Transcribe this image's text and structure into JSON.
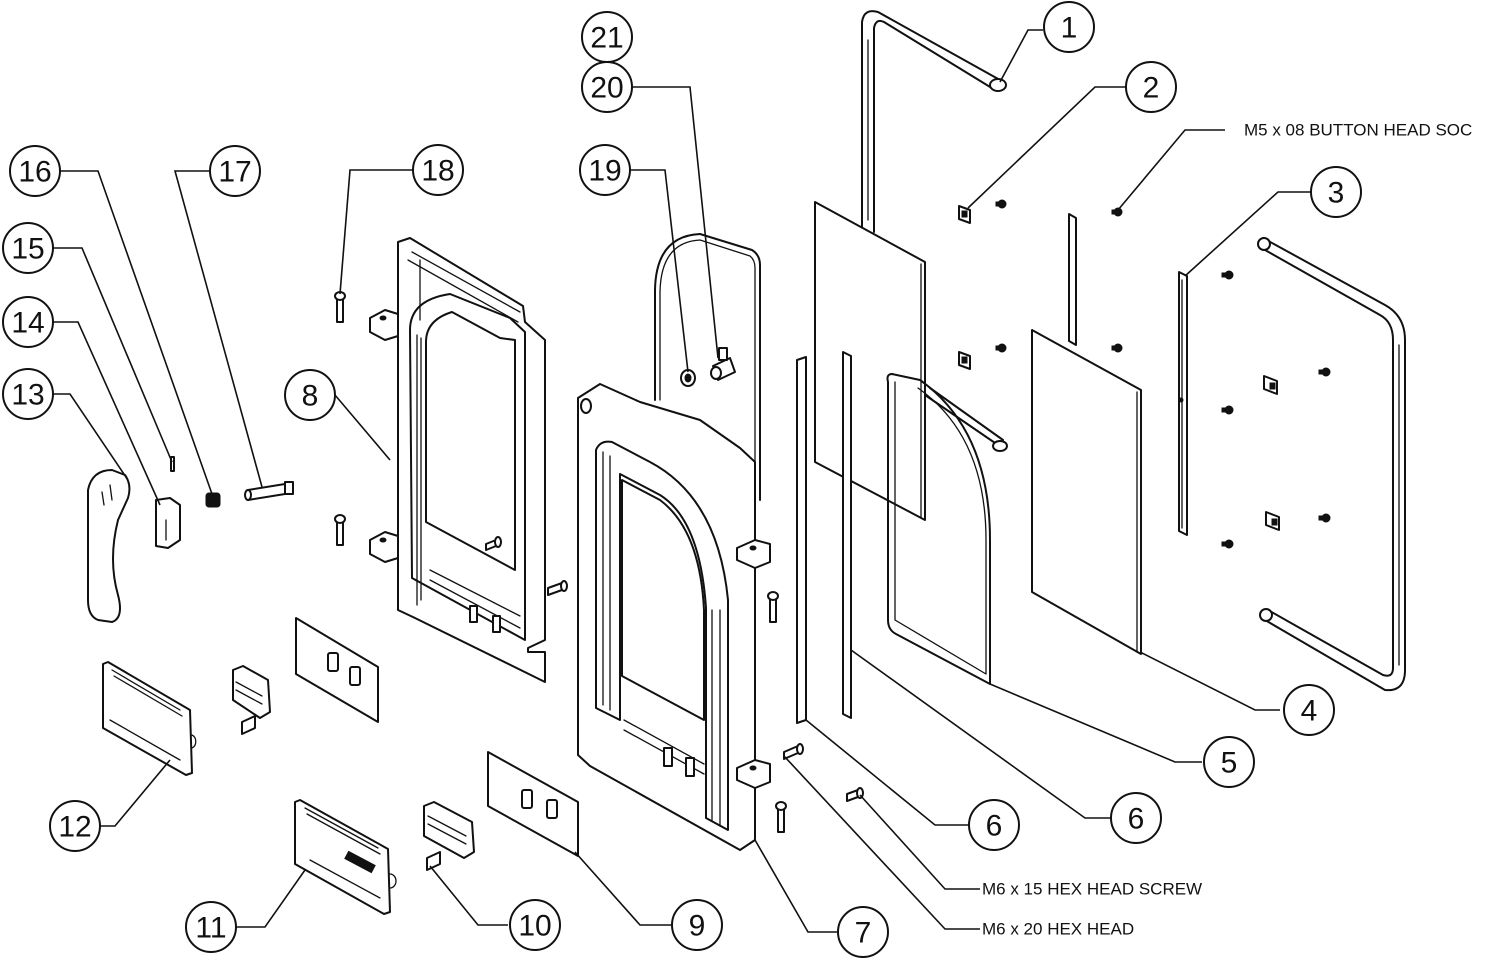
{
  "diagram": {
    "type": "exploded-parts-diagram",
    "subject": "stove door assembly",
    "balloons": [
      {
        "id": "b1",
        "label": "1"
      },
      {
        "id": "b2",
        "label": "2"
      },
      {
        "id": "b3",
        "label": "3"
      },
      {
        "id": "b4",
        "label": "4"
      },
      {
        "id": "b5",
        "label": "5"
      },
      {
        "id": "b6a",
        "label": "6"
      },
      {
        "id": "b6b",
        "label": "6"
      },
      {
        "id": "b7",
        "label": "7"
      },
      {
        "id": "b8",
        "label": "8"
      },
      {
        "id": "b9",
        "label": "9"
      },
      {
        "id": "b10",
        "label": "10"
      },
      {
        "id": "b11",
        "label": "11"
      },
      {
        "id": "b12",
        "label": "12"
      },
      {
        "id": "b13",
        "label": "13"
      },
      {
        "id": "b14",
        "label": "14"
      },
      {
        "id": "b15",
        "label": "15"
      },
      {
        "id": "b16",
        "label": "16"
      },
      {
        "id": "b17",
        "label": "17"
      },
      {
        "id": "b18",
        "label": "18"
      },
      {
        "id": "b19",
        "label": "19"
      },
      {
        "id": "b20",
        "label": "20"
      },
      {
        "id": "b21",
        "label": "21"
      }
    ],
    "notes": {
      "button_head": "M5 x 08 BUTTON HEAD SOC",
      "hex_screw": "M6 x 15 HEX HEAD SCREW",
      "hex_head": "M6 x 20 HEX HEAD"
    }
  }
}
